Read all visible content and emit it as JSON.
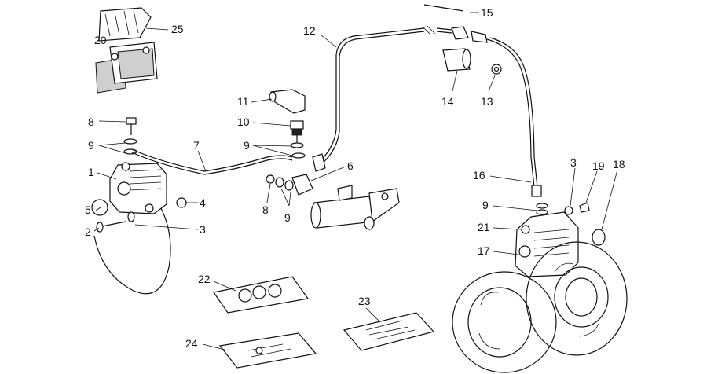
{
  "diagram": {
    "labels": {
      "p1": "1",
      "p2": "2",
      "p3a": "3",
      "p3b": "3",
      "p4": "4",
      "p5": "5",
      "p6": "6",
      "p7": "7",
      "p8a": "8",
      "p8b": "8",
      "p9a": "9",
      "p9b": "9",
      "p9c": "9",
      "p9d": "9",
      "p10": "10",
      "p11": "11",
      "p12": "12",
      "p13": "13",
      "p14": "14",
      "p15": "15",
      "p16": "16",
      "p17": "17",
      "p18": "18",
      "p19": "19",
      "p20": "20",
      "p21": "21",
      "p22": "22",
      "p23": "23",
      "p24": "24",
      "p25": "25"
    }
  }
}
